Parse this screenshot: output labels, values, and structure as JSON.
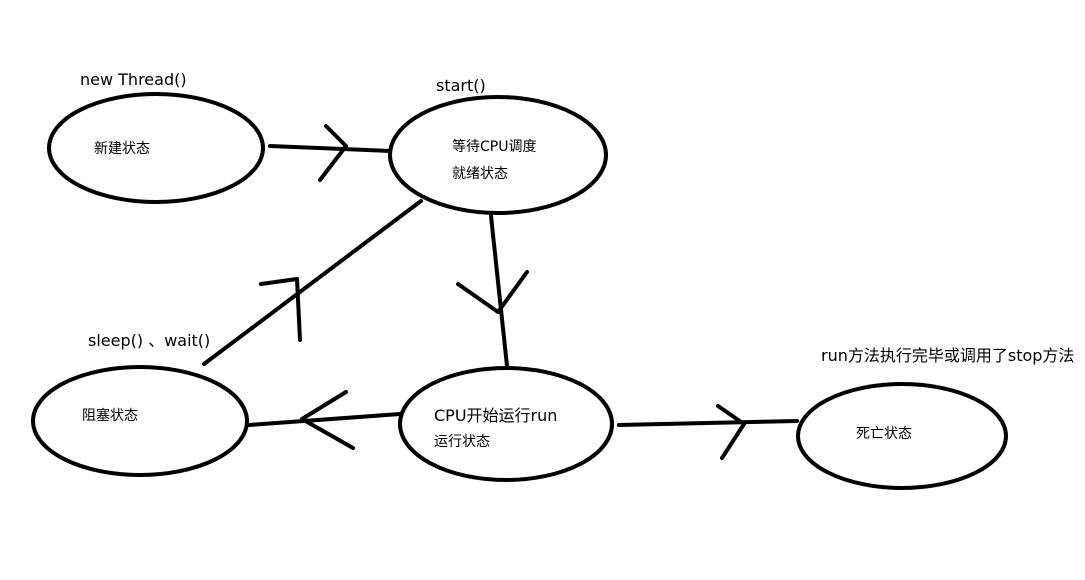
{
  "states": {
    "new": {
      "caption": "new Thread()",
      "label": "新建状态"
    },
    "ready": {
      "caption": "start()",
      "line1": "等待CPU调度",
      "line2": "就绪状态"
    },
    "blocked": {
      "caption": "sleep() 、wait()",
      "label": "阻塞状态"
    },
    "running": {
      "line1": "CPU开始运行run",
      "line2": "运行状态"
    },
    "dead": {
      "caption": "run方法执行完毕或调用了stop方法",
      "label": "死亡状态"
    }
  },
  "colors": {
    "stroke": "#000000",
    "background": "#ffffff"
  }
}
